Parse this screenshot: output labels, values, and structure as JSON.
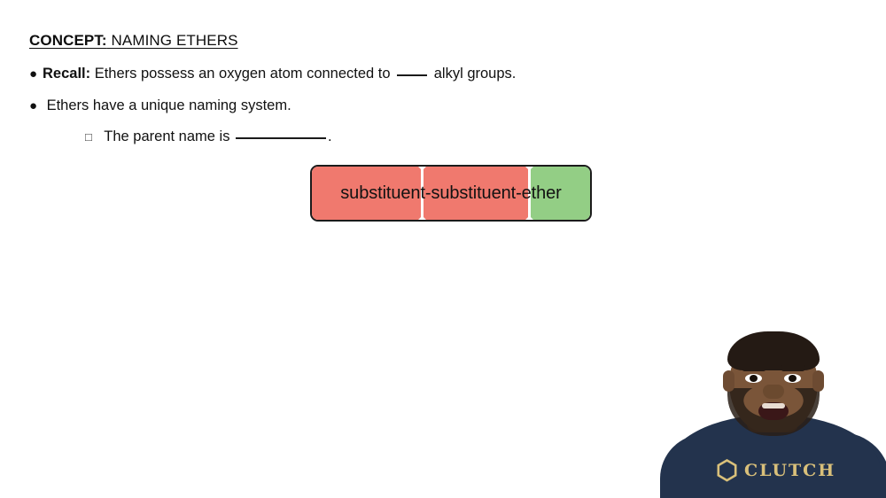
{
  "slide": {
    "title_label": "CONCEPT:",
    "title_subject": " NAMING ETHERS",
    "bullets": [
      {
        "marker": "●",
        "lead": "Recall:",
        "text_before": " Ethers possess an oxygen atom connected to ",
        "blank": "____",
        "text_after": " alkyl groups."
      },
      {
        "marker": "●",
        "lead": "",
        "text_before": " Ethers have a unique naming system.",
        "blank": "",
        "text_after": ""
      }
    ],
    "sub_bullet": {
      "marker": "□",
      "text_before": " The parent name is ",
      "blank": "___________",
      "text_after": "."
    },
    "name_format": {
      "full_label": "substituent-substituent-ether",
      "segments": [
        {
          "name": "substituent-",
          "color": "#F0796E"
        },
        {
          "name": "substituent-",
          "color": "#F0796E"
        },
        {
          "name": "ether",
          "color": "#93CE85"
        }
      ],
      "border_color": "#1b1b1b"
    }
  },
  "video": {
    "brand_word": "CLUTCH",
    "logo_icon": "hexagon-icon",
    "shirt_color": "#23334d",
    "brand_color": "#d9c07a"
  }
}
